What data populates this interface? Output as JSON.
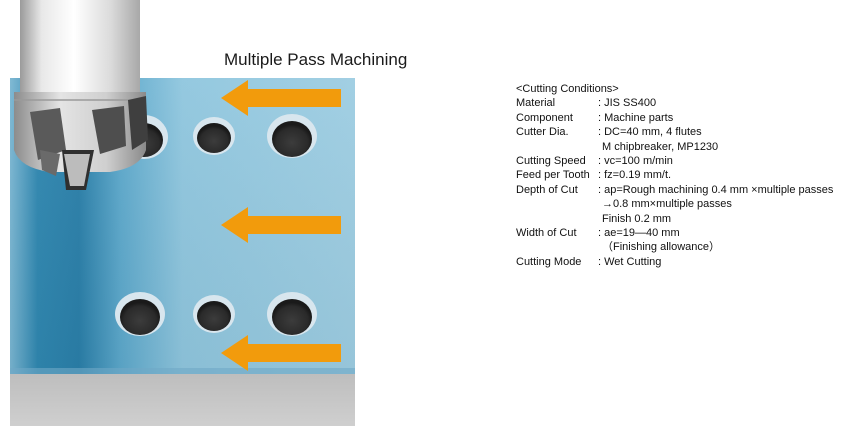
{
  "title": "Multiple Pass Machining",
  "conditions": {
    "heading": "<Cutting Conditions>",
    "material": {
      "label": "Material",
      "value": ": JIS SS400"
    },
    "component": {
      "label": "Component",
      "value": ": Machine parts"
    },
    "cutter_dia": {
      "label": "Cutter Dia.",
      "value": ": DC=40 mm, 4 flutes",
      "cont": "M chipbreaker, MP1230"
    },
    "cutting_speed": {
      "label": "Cutting Speed",
      "value": ": vc=100 m/min"
    },
    "feed_per_tooth": {
      "label": "Feed per Tooth",
      "value": ": fz=0.19 mm/t."
    },
    "depth_of_cut": {
      "label": "Depth of Cut",
      "value": ": ap=Rough machining 0.4 mm ×multiple passes",
      "cont1": "→0.8 mm×multiple passes",
      "cont2": "Finish 0.2 mm"
    },
    "width_of_cut": {
      "label": "Width of Cut",
      "value": ": ae=19—40 mm",
      "cont": "（Finishing allowance）"
    },
    "cutting_mode": {
      "label": "Cutting Mode",
      "value": ": Wet Cutting"
    }
  },
  "colors": {
    "workpiece": "#8ec5de",
    "base": "#c8c8c8",
    "arrow": "#f29b0c"
  }
}
